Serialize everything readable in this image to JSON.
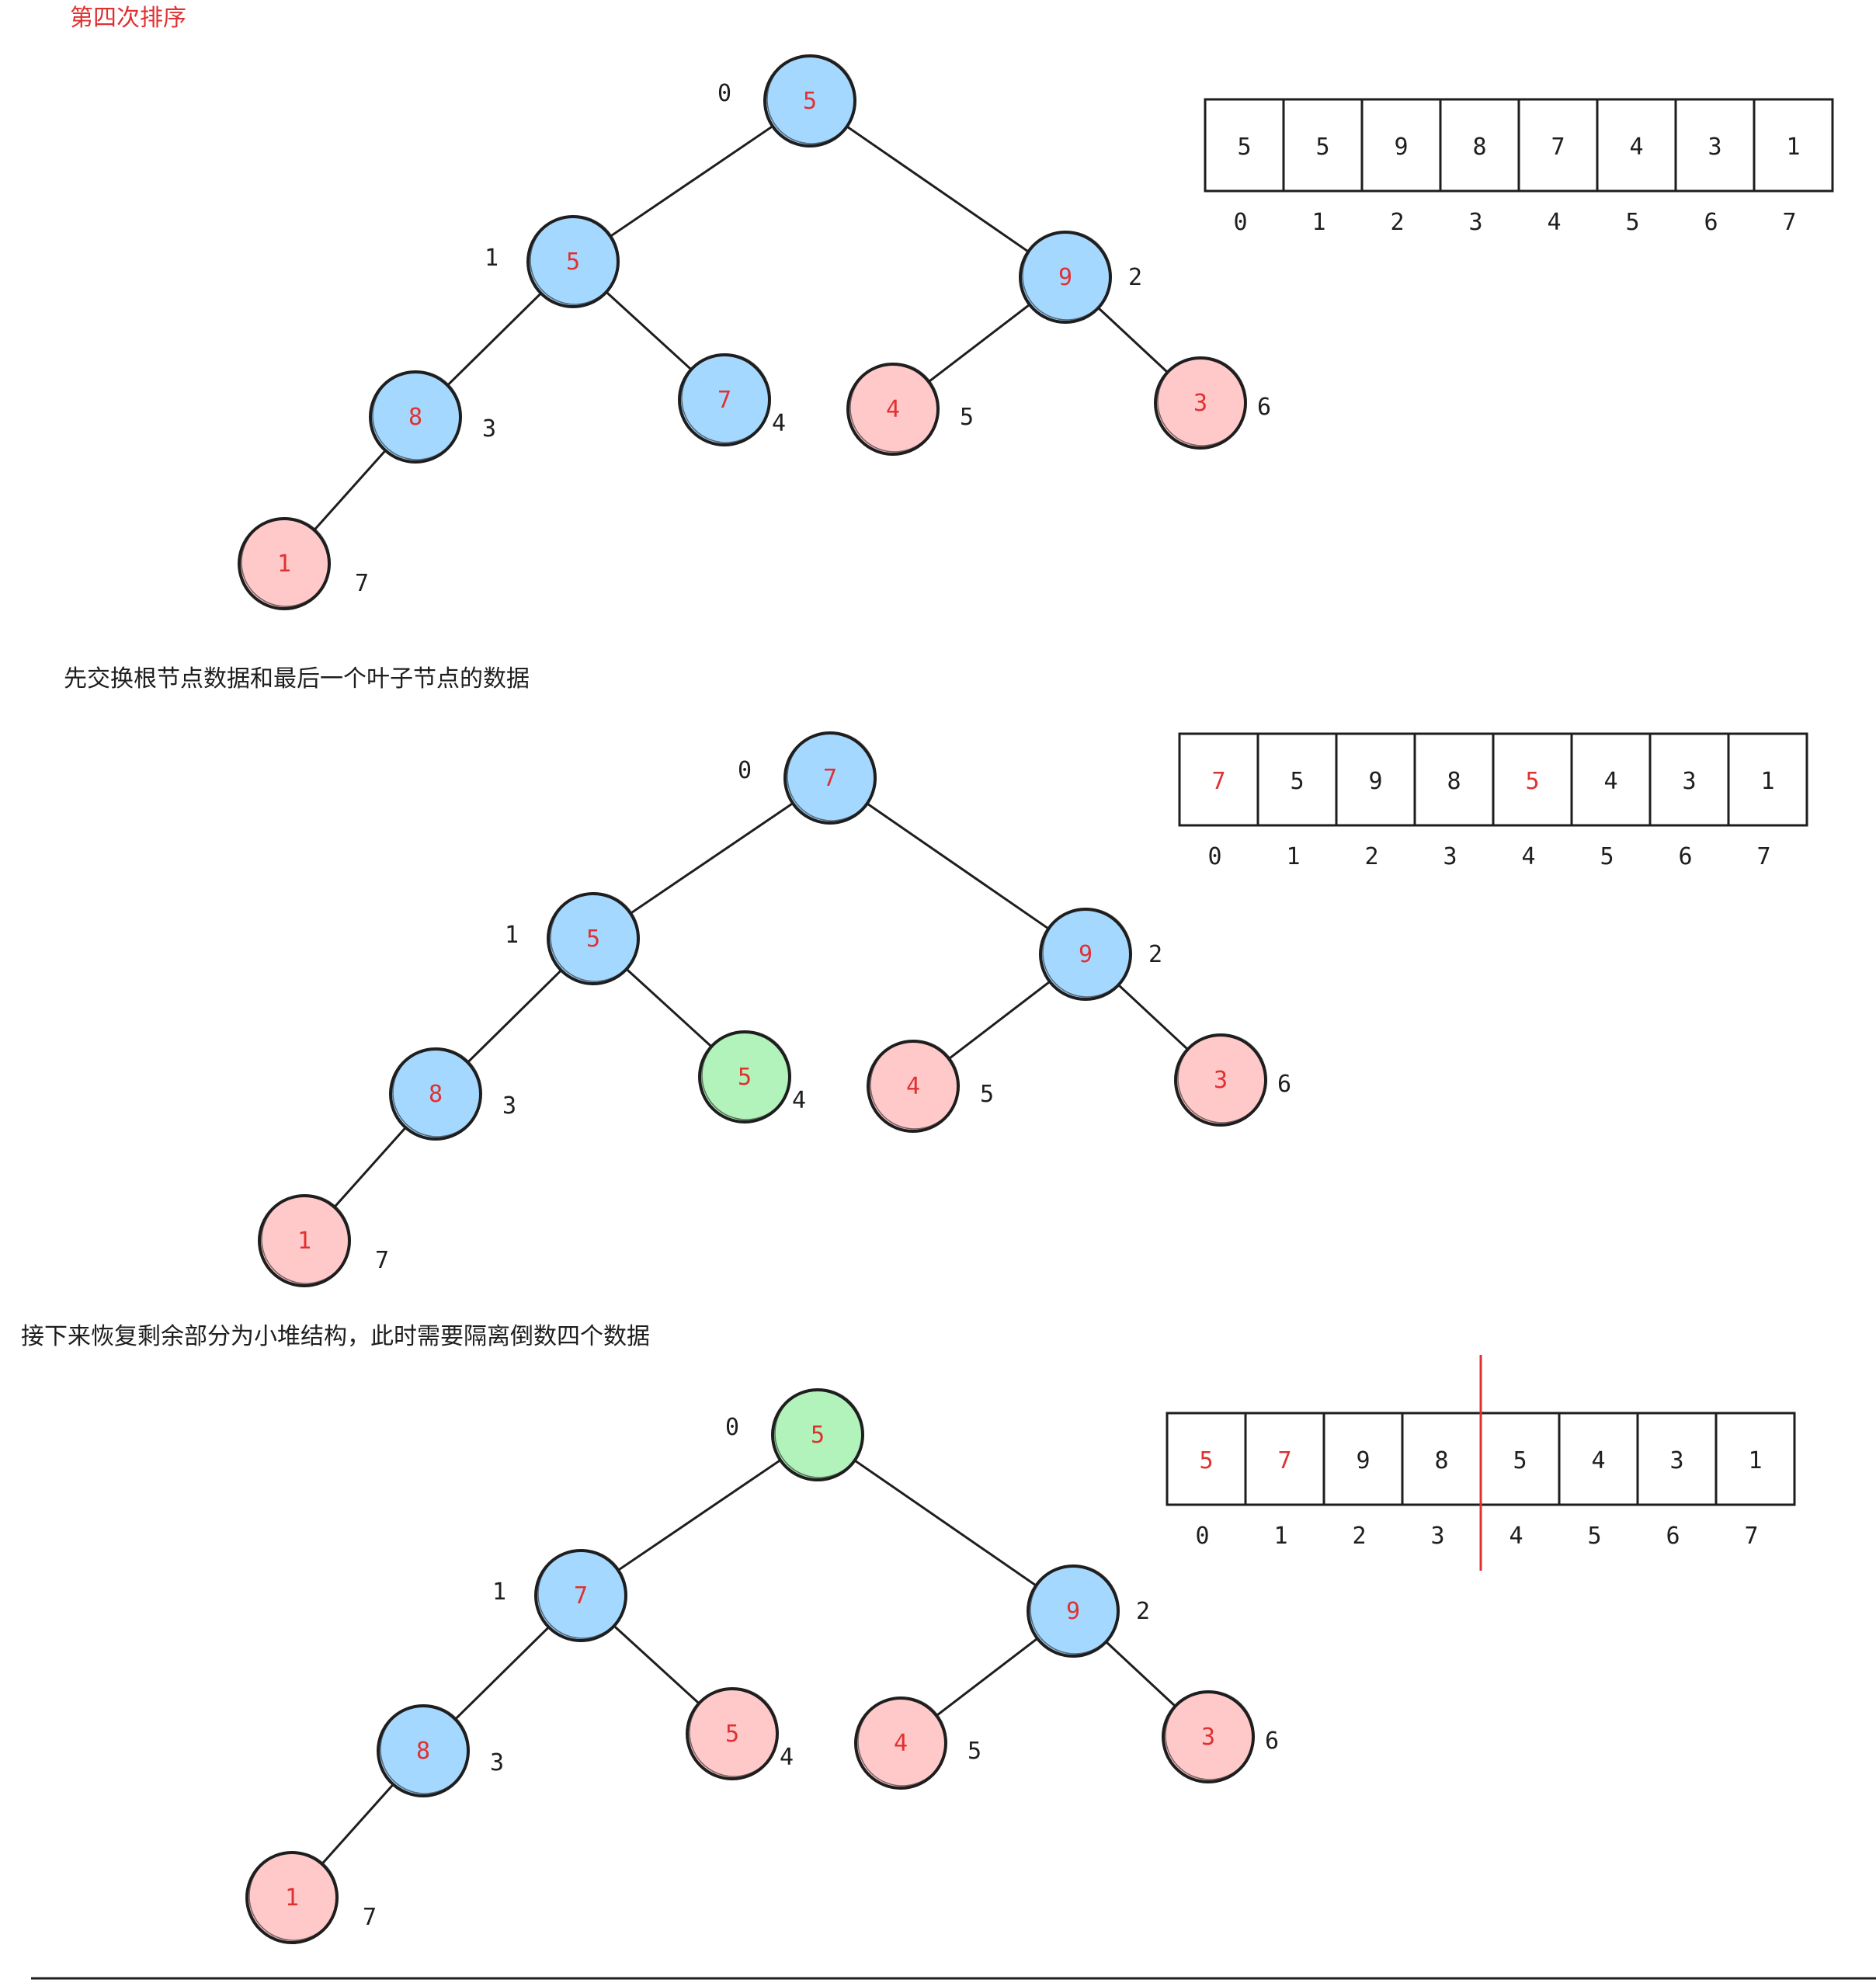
{
  "title": "第四次排序",
  "colors": {
    "title": "#e03131",
    "node_value": "#e03131",
    "ink": "#1e1e1e",
    "blue_fill": "#a5d8ff",
    "red_fill": "#ffc9c9",
    "green_fill": "#b2f2bb",
    "separator": "#e03131"
  },
  "captions": [
    "先交换根节点数据和最后一个叶子节点的数据",
    "接下来恢复剩余部分为小堆结构，此时需要隔离倒数四个数据"
  ],
  "stages": [
    {
      "nodes": [
        {
          "index": "0",
          "value": "5",
          "color": "blue"
        },
        {
          "index": "1",
          "value": "5",
          "color": "blue"
        },
        {
          "index": "2",
          "value": "9",
          "color": "blue"
        },
        {
          "index": "3",
          "value": "8",
          "color": "blue"
        },
        {
          "index": "4",
          "value": "7",
          "color": "blue"
        },
        {
          "index": "5",
          "value": "4",
          "color": "red"
        },
        {
          "index": "6",
          "value": "3",
          "color": "red"
        },
        {
          "index": "7",
          "value": "1",
          "color": "red"
        }
      ],
      "array": {
        "values": [
          "5",
          "5",
          "9",
          "8",
          "7",
          "4",
          "3",
          "1"
        ],
        "indices": [
          "0",
          "1",
          "2",
          "3",
          "4",
          "5",
          "6",
          "7"
        ],
        "highlighted": []
      },
      "separator": false
    },
    {
      "nodes": [
        {
          "index": "0",
          "value": "7",
          "color": "blue"
        },
        {
          "index": "1",
          "value": "5",
          "color": "blue"
        },
        {
          "index": "2",
          "value": "9",
          "color": "blue"
        },
        {
          "index": "3",
          "value": "8",
          "color": "blue"
        },
        {
          "index": "4",
          "value": "5",
          "color": "green"
        },
        {
          "index": "5",
          "value": "4",
          "color": "red"
        },
        {
          "index": "6",
          "value": "3",
          "color": "red"
        },
        {
          "index": "7",
          "value": "1",
          "color": "red"
        }
      ],
      "array": {
        "values": [
          "7",
          "5",
          "9",
          "8",
          "5",
          "4",
          "3",
          "1"
        ],
        "indices": [
          "0",
          "1",
          "2",
          "3",
          "4",
          "5",
          "6",
          "7"
        ],
        "highlighted": [
          0,
          4
        ]
      },
      "separator": false
    },
    {
      "nodes": [
        {
          "index": "0",
          "value": "5",
          "color": "green"
        },
        {
          "index": "1",
          "value": "7",
          "color": "blue"
        },
        {
          "index": "2",
          "value": "9",
          "color": "blue"
        },
        {
          "index": "3",
          "value": "8",
          "color": "blue"
        },
        {
          "index": "4",
          "value": "5",
          "color": "red"
        },
        {
          "index": "5",
          "value": "4",
          "color": "red"
        },
        {
          "index": "6",
          "value": "3",
          "color": "red"
        },
        {
          "index": "7",
          "value": "1",
          "color": "red"
        }
      ],
      "array": {
        "values": [
          "5",
          "7",
          "9",
          "8",
          "5",
          "4",
          "3",
          "1"
        ],
        "indices": [
          "0",
          "1",
          "2",
          "3",
          "4",
          "5",
          "6",
          "7"
        ],
        "highlighted": [
          0,
          1
        ]
      },
      "separator": true
    }
  ]
}
